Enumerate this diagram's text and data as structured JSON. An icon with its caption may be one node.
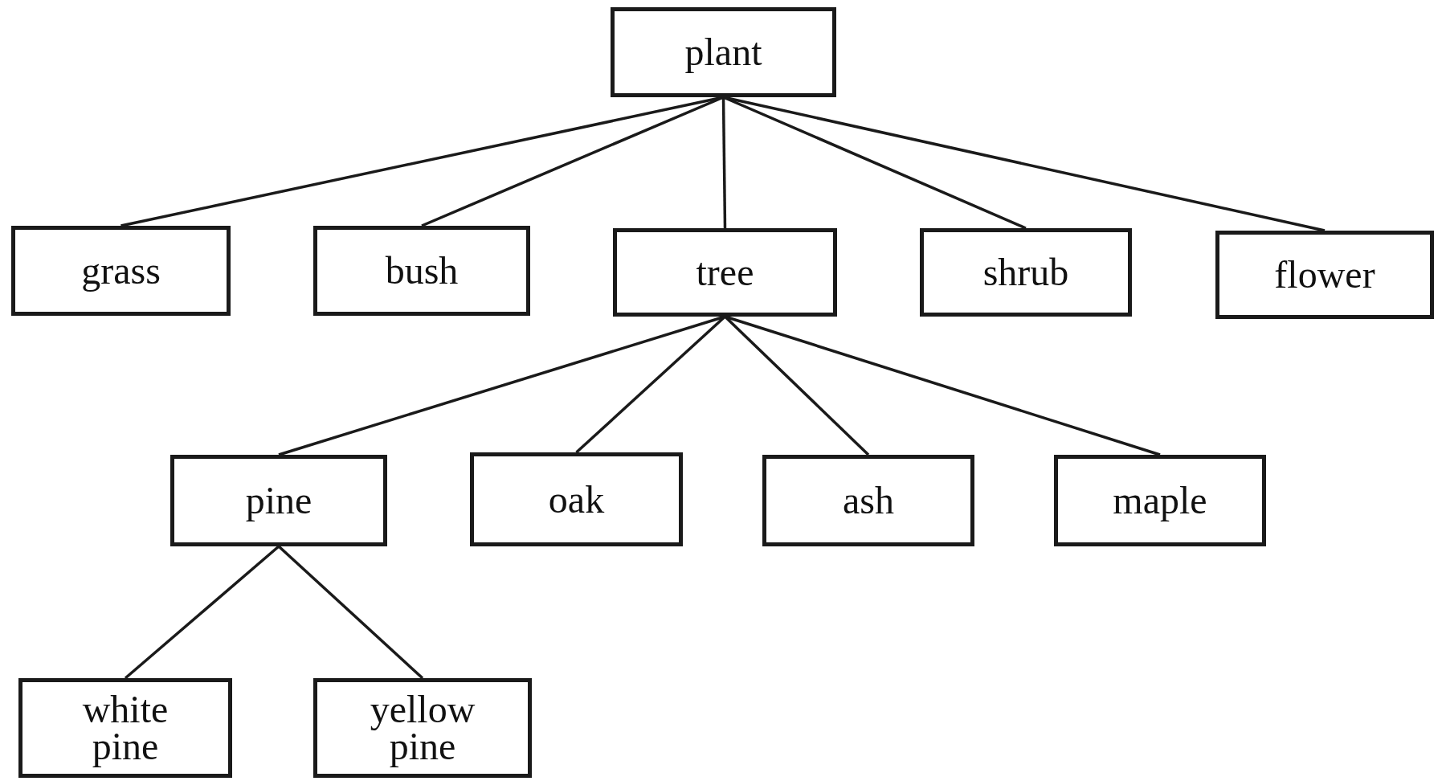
{
  "diagram": {
    "nodes": [
      {
        "text": [
          "plant"
        ]
      },
      {
        "text": [
          "grass"
        ]
      },
      {
        "text": [
          "bush"
        ]
      },
      {
        "text": [
          "tree"
        ]
      },
      {
        "text": [
          "shrub"
        ]
      },
      {
        "text": [
          "flower"
        ]
      },
      {
        "text": [
          "pine"
        ]
      },
      {
        "text": [
          "oak"
        ]
      },
      {
        "text": [
          "ash"
        ]
      },
      {
        "text": [
          "maple"
        ]
      },
      {
        "text": [
          "white pine"
        ]
      },
      {
        "text": [
          "yellow pine"
        ]
      }
    ],
    "edges": [
      {
        "from": 0,
        "to": 1,
        "arrow": "none"
      },
      {
        "from": 0,
        "to": 2,
        "arrow": "none"
      },
      {
        "from": 0,
        "to": 3,
        "arrow": "none"
      },
      {
        "from": 0,
        "to": 4,
        "arrow": "none"
      },
      {
        "from": 0,
        "to": 5,
        "arrow": "none"
      },
      {
        "from": 3,
        "to": 6,
        "arrow": "none"
      },
      {
        "from": 3,
        "to": 7,
        "arrow": "none"
      },
      {
        "from": 3,
        "to": 8,
        "arrow": "none"
      },
      {
        "from": 3,
        "to": 9,
        "arrow": "none"
      },
      {
        "from": 6,
        "to": 10,
        "arrow": "none"
      },
      {
        "from": 6,
        "to": 11,
        "arrow": "none"
      }
    ]
  }
}
